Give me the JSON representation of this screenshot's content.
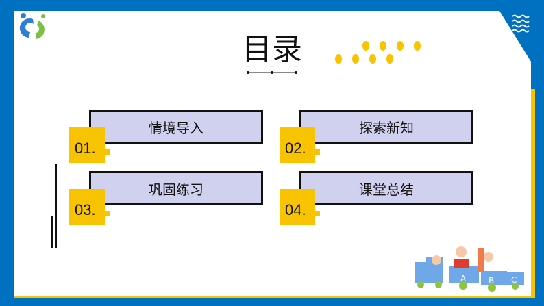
{
  "title": "目录",
  "items": [
    {
      "num": "01.",
      "label": "情境导入"
    },
    {
      "num": "02.",
      "label": "探索新知"
    },
    {
      "num": "03.",
      "label": "巩固练习"
    },
    {
      "num": "04.",
      "label": "课堂总结"
    }
  ],
  "train_letters": [
    "A",
    "B",
    "C"
  ],
  "colors": {
    "frame": "#0070c0",
    "accent": "#f8c300",
    "box": "#d0d0ef"
  }
}
